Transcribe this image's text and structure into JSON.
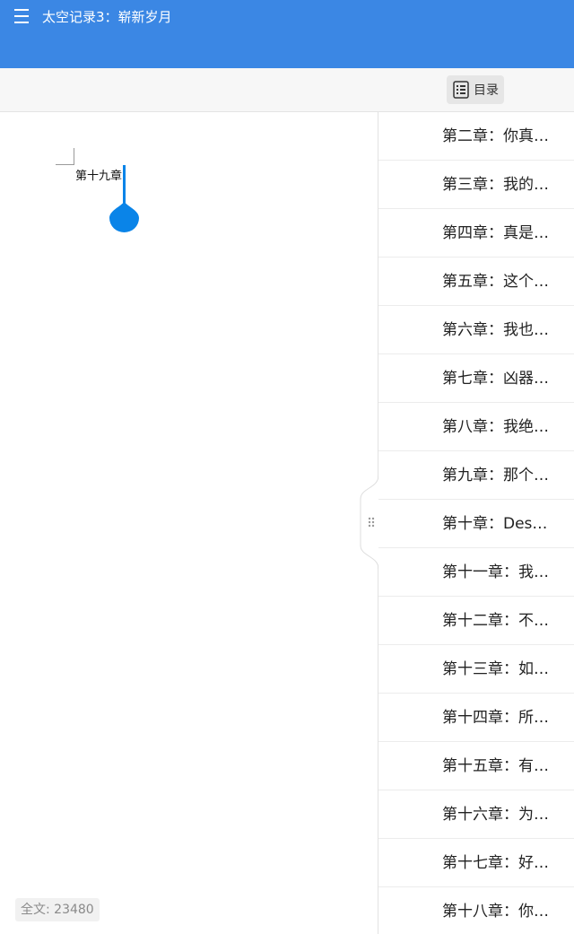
{
  "header": {
    "title": "太空记录3：崭新岁月",
    "menu_icon": "hamburger-menu-icon",
    "color": "#3b87e4"
  },
  "toolbar": {
    "toc_label": "目录",
    "toc_icon": "list-outline-icon"
  },
  "document": {
    "chapter_heading": "第十九章",
    "word_count": "全文: 23480",
    "cursor_color": "#0a84e8"
  },
  "toc": {
    "items": [
      "第二章：你真…",
      "第三章：我的…",
      "第四章：真是…",
      "第五章：这个…",
      "第六章：我也…",
      "第七章：凶器…",
      "第八章：我绝…",
      "第九章：那个…",
      "第十章：Des…",
      "第十一章：我…",
      "第十二章：不…",
      "第十三章：如…",
      "第十四章：所…",
      "第十五章：有…",
      "第十六章：为…",
      "第十七章：好…",
      "第十八章：你…"
    ]
  }
}
